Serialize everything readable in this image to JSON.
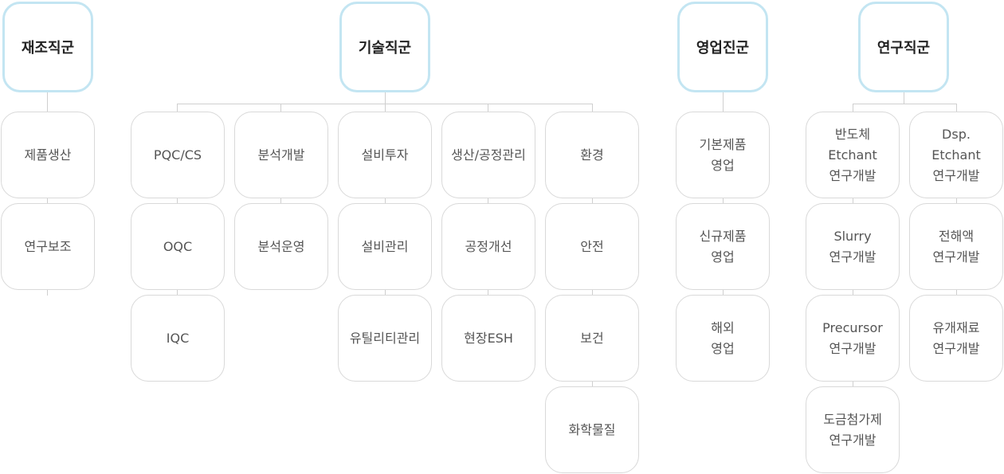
{
  "groups": {
    "manufacturing": {
      "title": "재조직군",
      "items": [
        [
          "제품생산"
        ],
        [
          "연구보조"
        ]
      ]
    },
    "technical": {
      "title": "기술직군",
      "columns": [
        [
          [
            "PQC/CS"
          ],
          [
            "OQC"
          ],
          [
            "IQC"
          ]
        ],
        [
          [
            "분석개발"
          ],
          [
            "분석운영"
          ]
        ],
        [
          [
            "설비투자"
          ],
          [
            "설비관리"
          ],
          [
            "유틸리티관리"
          ]
        ],
        [
          [
            "생산/공정관리"
          ],
          [
            "공정개선"
          ],
          [
            "현장ESH"
          ]
        ],
        [
          [
            "환경"
          ],
          [
            "안전"
          ],
          [
            "보건"
          ],
          [
            "화학물질"
          ]
        ]
      ]
    },
    "sales": {
      "title": "영업진군",
      "items": [
        [
          "기본제품",
          "영업"
        ],
        [
          "신규제품",
          "영업"
        ],
        [
          "해외",
          "영업"
        ]
      ]
    },
    "research": {
      "title": "연구직군",
      "columns": [
        [
          [
            "반도체",
            "Etchant",
            "연구개발"
          ],
          [
            "Slurry",
            "연구개발"
          ],
          [
            "Precursor",
            "연구개발"
          ],
          [
            "도금첨가제",
            "연구개발"
          ]
        ],
        [
          [
            "Dsp.",
            "Etchant",
            "연구개발"
          ],
          [
            "전해액",
            "연구개발"
          ],
          [
            "유개재료",
            "연구개발"
          ]
        ]
      ]
    }
  },
  "colors": {
    "head_border": "#c3e5f2",
    "node_border": "#d9d9d9",
    "connector": "#cfcfcf",
    "text": "#555555",
    "head_text": "#222222"
  }
}
